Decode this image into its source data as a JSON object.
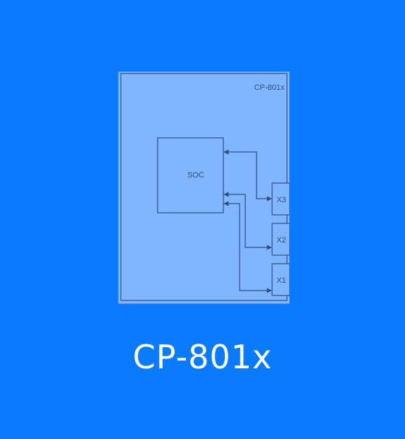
{
  "thumbnail": {
    "board_label": "CP-801x",
    "soc_label": "SOC",
    "connectors": [
      "X3",
      "X2",
      "X1"
    ]
  },
  "caption": "CP-801x",
  "colors": {
    "background": "#0a7bff",
    "board_fill": "#7fb6ff",
    "line": "#2f4f7f"
  }
}
